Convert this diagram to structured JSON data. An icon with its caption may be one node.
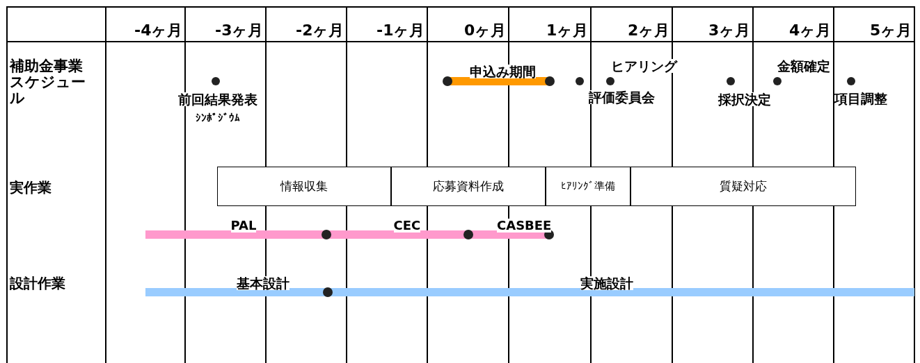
{
  "diagram": {
    "nodes": [
      {
        "text": [
          "情報収集"
        ]
      },
      {
        "text": [
          "応募資料作成"
        ]
      },
      {
        "text": [
          "ﾋｱﾘﾝｸﾞ準備"
        ]
      },
      {
        "text": [
          "質疑対応"
        ]
      }
    ],
    "labels": [
      "-4ヶ月",
      "-3ヶ月",
      "-2ヶ月",
      "-1ヶ月",
      "0ヶ月",
      "1ヶ月",
      "2ヶ月",
      "3ヶ月",
      "4ヶ月",
      "5ヶ月",
      "補助金事業スケジュール",
      "申込み期間",
      "ヒアリング",
      "金額確定",
      "前回結果発表",
      "ｼﾝﾎﾟｼﾞｳﾑ",
      "評価委員会",
      "採択決定",
      "項目調整",
      "実作業",
      "PAL",
      "CEC",
      "CASBEE",
      "設計作業",
      "基本設計",
      "実施設計"
    ]
  }
}
